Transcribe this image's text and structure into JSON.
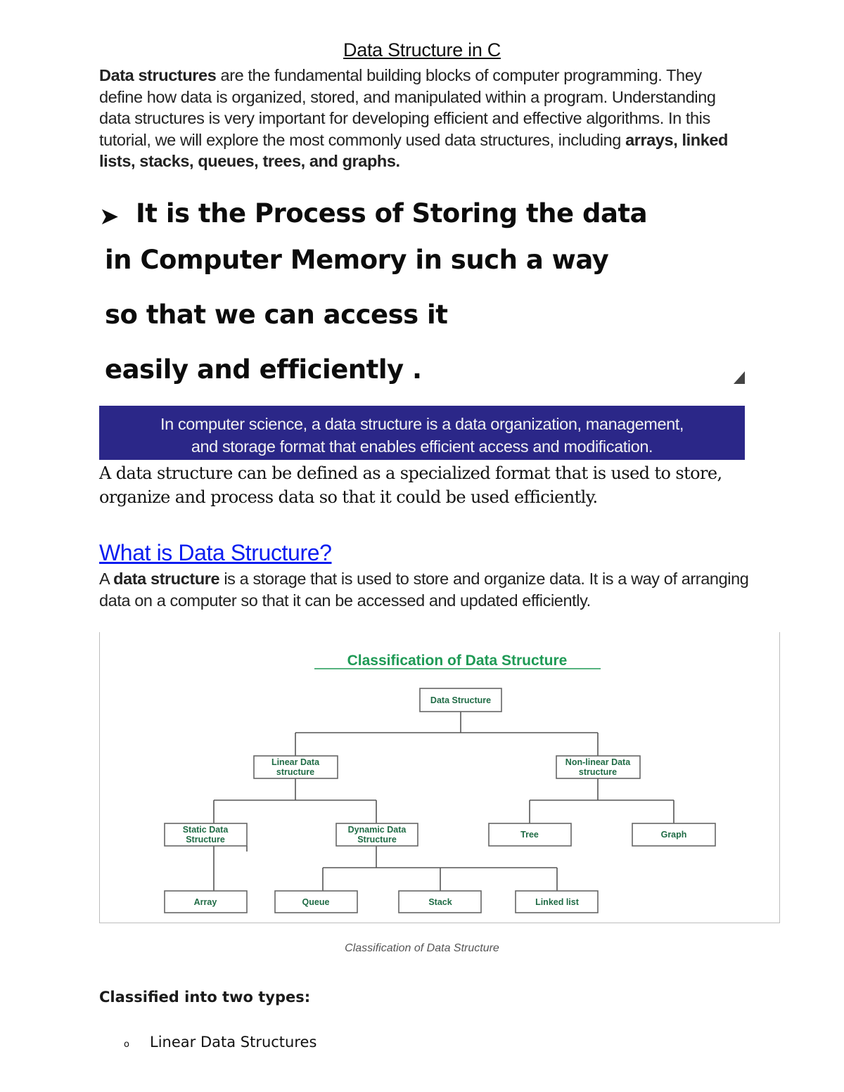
{
  "document": {
    "title": "Data Structure in C",
    "intro": {
      "bold_lead": "Data structures",
      "text": " are the fundamental building blocks of computer programming. They define how data is organized, stored, and manipulated within a program. Understanding data structures is very important for developing efficient and effective algorithms. In this tutorial, we will explore the most commonly used data structures, including ",
      "bold_tail": "arrays, linked lists, stacks, queues, trees, and graphs."
    },
    "slide": {
      "bullet_icon": "arrowhead-bullet-icon",
      "lines": [
        "It is the Process of Storing the data",
        "in Computer Memory   in such a way",
        "so that we can access it",
        "easily and efficiently ."
      ]
    },
    "banner": {
      "background": "#2b2788",
      "lines": [
        "In computer science, a data structure is a data organization, management,",
        "and storage format that enables efficient access and modification."
      ]
    },
    "definition": "A data structure can be defined as a specialized format that is used to store, organize and process data so that it could be used efficiently.",
    "what_is": {
      "heading": "What is Data Structure?",
      "text_pre": "A ",
      "text_bold": "data structure",
      "text_post": " is a storage that is used to store and organize data. It is a way of arranging data on a computer so that it can be accessed and updated efficiently."
    },
    "figure": {
      "title": "Classification of Data Structure",
      "title_color": "#1e9a55",
      "node_text_color": "#1f6b45",
      "nodes": {
        "root": "Data Structure",
        "linear": [
          "Linear Data",
          "structure"
        ],
        "nonlinear": [
          "Non-linear Data",
          "structure"
        ],
        "static": [
          "Static Data",
          "Structure"
        ],
        "dynamic": [
          "Dynamic Data",
          "Structure"
        ],
        "tree": "Tree",
        "graph": "Graph",
        "array": "Array",
        "queue": "Queue",
        "stack": "Stack",
        "linked_list": "Linked list"
      },
      "caption": "Classification of Data Structure"
    },
    "classified_heading": "Classified into two types:",
    "list": [
      {
        "bullet": "o",
        "label": "Linear Data Structures"
      }
    ]
  }
}
